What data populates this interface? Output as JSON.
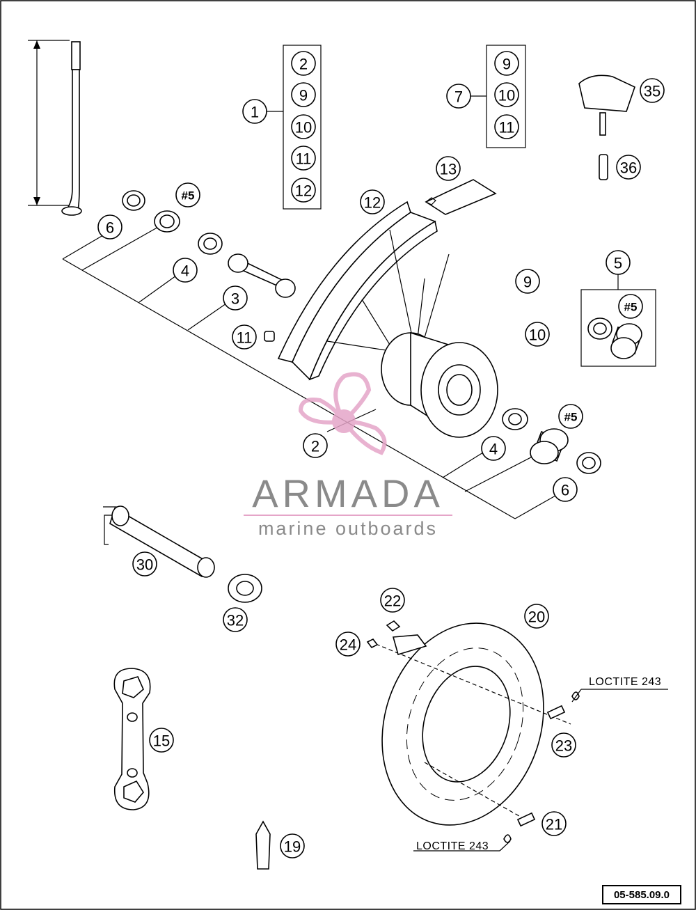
{
  "callouts": [
    {
      "label": "1"
    },
    {
      "label": "2"
    },
    {
      "label": "9"
    },
    {
      "label": "10"
    },
    {
      "label": "11"
    },
    {
      "label": "12"
    },
    {
      "label": "7"
    },
    {
      "label": "9"
    },
    {
      "label": "10"
    },
    {
      "label": "11"
    },
    {
      "label": "35"
    },
    {
      "label": "36"
    },
    {
      "label": "13"
    },
    {
      "label": "12"
    },
    {
      "label": "#5"
    },
    {
      "label": "6"
    },
    {
      "label": "4"
    },
    {
      "label": "3"
    },
    {
      "label": "11"
    },
    {
      "label": "9"
    },
    {
      "label": "10"
    },
    {
      "label": "5"
    },
    {
      "label": "#5"
    },
    {
      "label": "2"
    },
    {
      "label": "#5"
    },
    {
      "label": "4"
    },
    {
      "label": "6"
    },
    {
      "label": "30"
    },
    {
      "label": "32"
    },
    {
      "label": "22"
    },
    {
      "label": "24"
    },
    {
      "label": "20"
    },
    {
      "label": "23"
    },
    {
      "label": "21"
    },
    {
      "label": "15"
    },
    {
      "label": "19"
    }
  ],
  "labels": {
    "loctite_top": "LOCTITE 243",
    "loctite_bottom": "LOCTITE 243",
    "drawing_code": "05-585.09.0"
  },
  "watermark": {
    "brand": "ARMADA",
    "tagline": "marine outboards",
    "color": "#e5a5c8",
    "text_color": "#8a8a8a"
  }
}
